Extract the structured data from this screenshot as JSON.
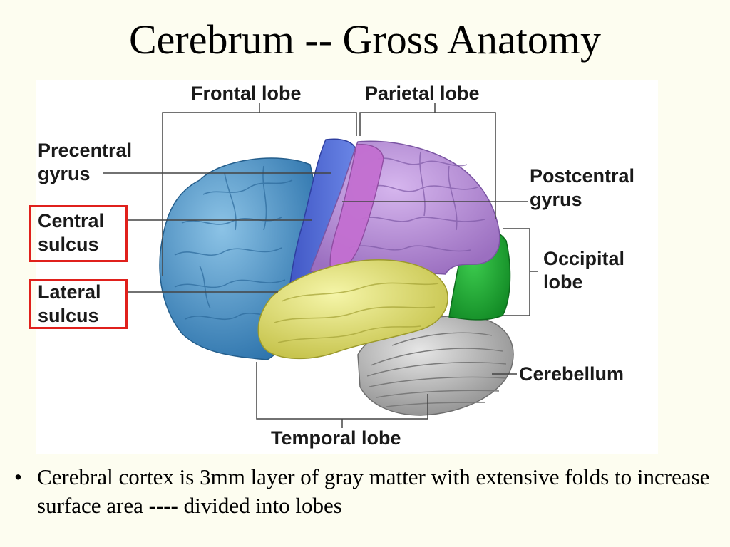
{
  "title": "Cerebrum -- Gross Anatomy",
  "figure": {
    "labels": {
      "frontal_lobe": "Frontal lobe",
      "parietal_lobe": "Parietal lobe",
      "precentral_gyrus": [
        "Precentral",
        "gyrus"
      ],
      "central_sulcus": [
        "Central",
        "sulcus"
      ],
      "lateral_sulcus": [
        "Lateral",
        "sulcus"
      ],
      "postcentral_gyrus": [
        "Postcentral",
        "gyrus"
      ],
      "occipital_lobe": [
        "Occipital",
        "lobe"
      ],
      "cerebellum": "Cerebellum",
      "temporal_lobe": "Temporal lobe"
    },
    "highlighted": [
      "central_sulcus",
      "lateral_sulcus"
    ],
    "colors": {
      "frontal": "#4f97c9",
      "precentral": "#4a63cf",
      "parietal": "#b58ad6",
      "postcentral": "#c071cc",
      "occipital": "#1fa535",
      "temporal": "#e3e46e",
      "cerebellum": "#b9b9b9",
      "highlight": "#e0201c"
    }
  },
  "bullets": [
    "Cerebral cortex is 3mm layer of gray matter with extensive folds to increase surface area ---- divided into lobes"
  ]
}
